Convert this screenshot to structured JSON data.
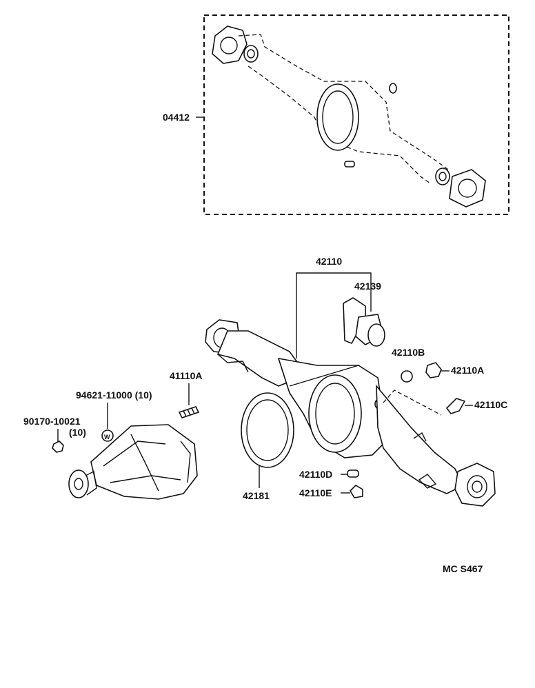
{
  "labels": {
    "kit": "04412",
    "housing_assy": "42110",
    "bracket": "42139",
    "plug_b": "42110B",
    "plug_a": "42110A",
    "breather": "42110C",
    "plug_d": "42110D",
    "plug_e": "42110E",
    "gasket": "42181",
    "stud": "41110A",
    "washer": "94621-11000 (10)",
    "nut_line1": "90170-10021",
    "nut_line2": "(10)",
    "washer_mark": "W",
    "figure_code": "MC  S467"
  }
}
